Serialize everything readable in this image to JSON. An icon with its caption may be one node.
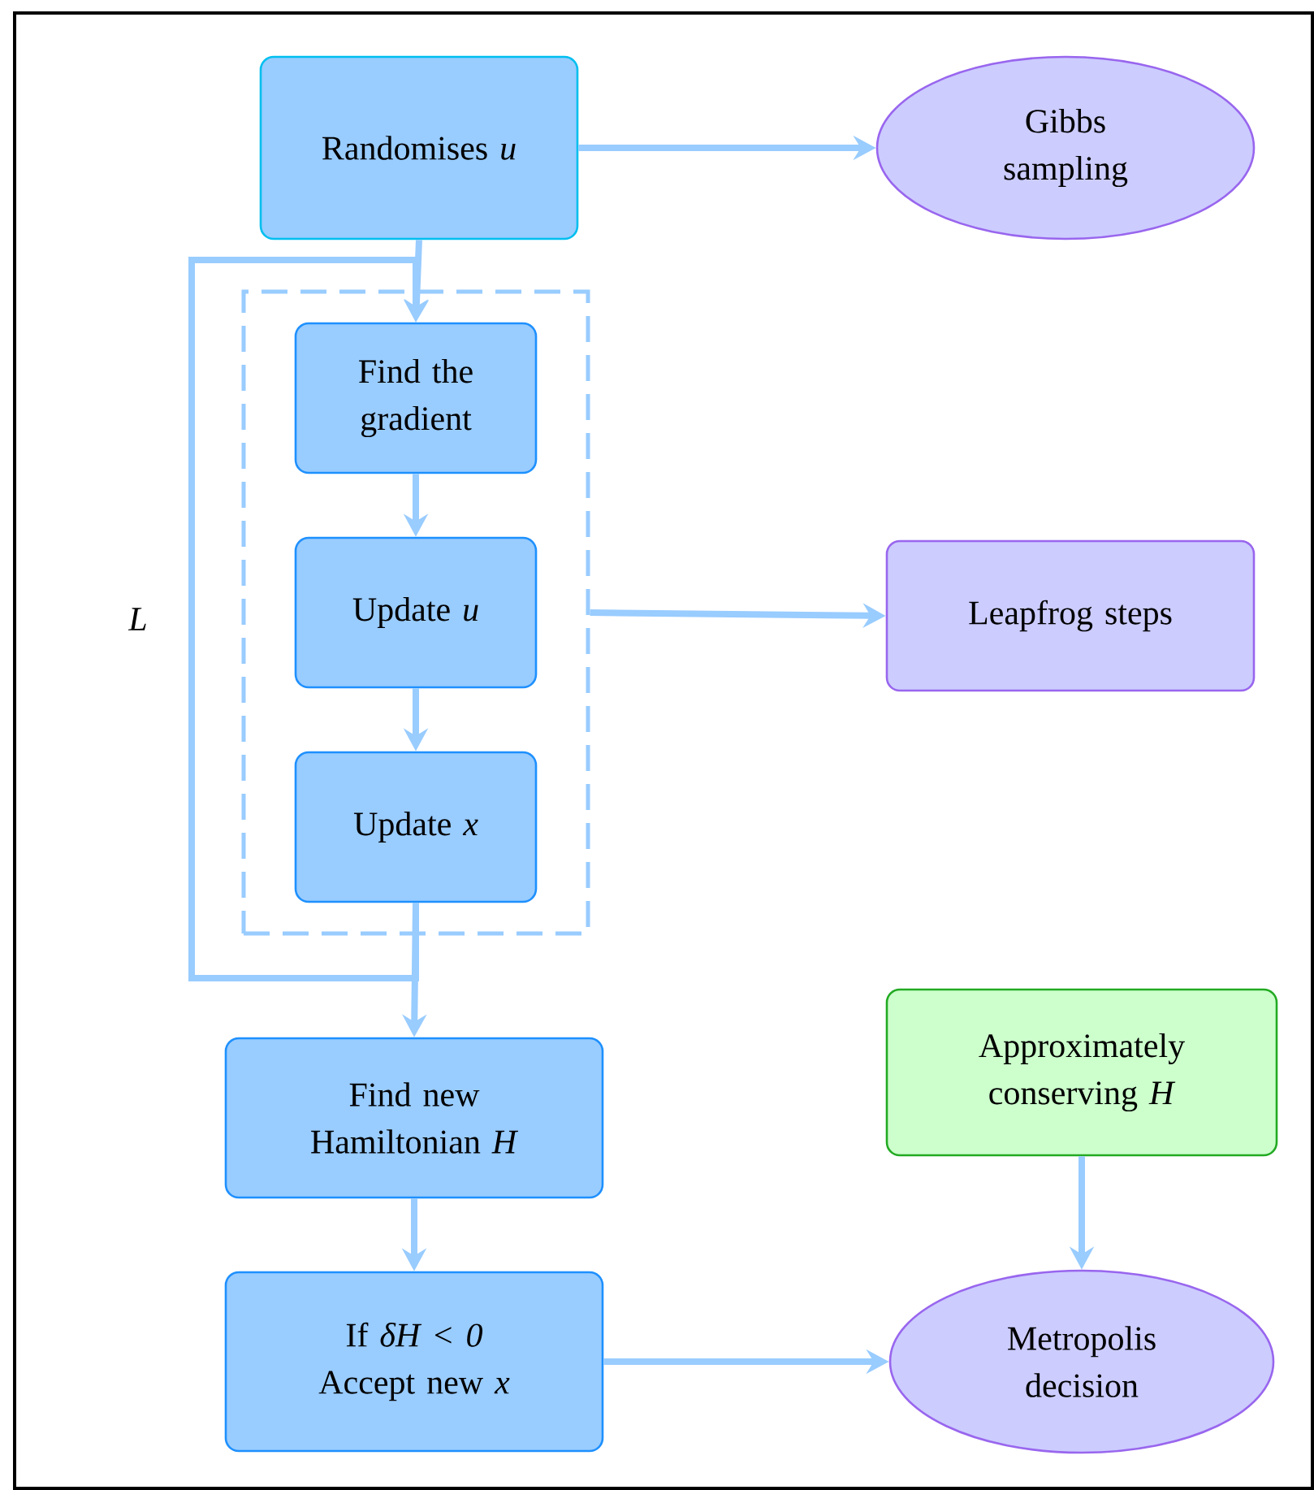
{
  "diagram": {
    "nodes": [
      {
        "text": [
          "Randomises *u*"
        ]
      },
      {
        "text": [
          "Gibbs sampling"
        ]
      },
      {
        "text": [],
        "shape": "box"
      },
      {
        "text": [
          "Find the gradient"
        ],
        "in": 2
      },
      {
        "text": [
          "Update *u*"
        ],
        "in": 2
      },
      {
        "text": [
          "Update *x*"
        ],
        "in": 2
      },
      {
        "text": [
          "Leapfrog steps"
        ]
      },
      {
        "text": [
          "Find new Hamiltonian *H*"
        ]
      },
      {
        "text": [
          "Approximately conserving *H*"
        ]
      },
      {
        "text": [
          "If *δH < 0* Accept new *x*"
        ]
      },
      {
        "text": [
          "Metropolis decision"
        ]
      }
    ],
    "edges": [
      {
        "from": 0,
        "to": 1,
        "arrow": "to"
      },
      {
        "from": 0,
        "to": 3,
        "arrow": "to"
      },
      {
        "from": 3,
        "to": 4,
        "arrow": "to"
      },
      {
        "from": 4,
        "to": 5,
        "arrow": "to"
      },
      {
        "from": 5,
        "to": 3,
        "arrow": "to",
        "label": "*L*"
      },
      {
        "from": 2,
        "to": 6,
        "arrow": "to"
      },
      {
        "from": 5,
        "to": 7,
        "arrow": "to"
      },
      {
        "from": 7,
        "to": 9,
        "arrow": "to"
      },
      {
        "from": 8,
        "to": 10,
        "arrow": "to"
      },
      {
        "from": 9,
        "to": 10,
        "arrow": "to"
      }
    ]
  }
}
